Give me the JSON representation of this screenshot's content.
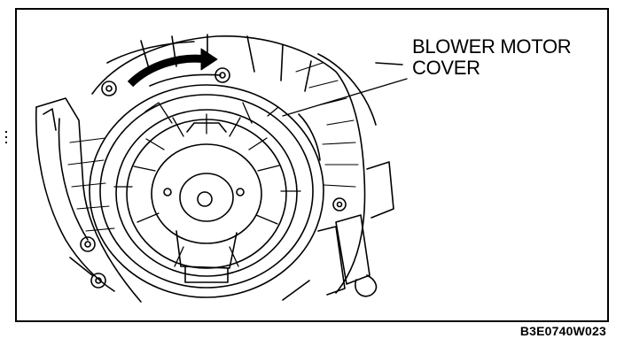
{
  "labels": {
    "callout_line1": "BLOWER MOTOR",
    "callout_line2": "COVER",
    "figure_code": "B3E0740W023"
  },
  "colors": {
    "ink": "#000000",
    "paper": "#ffffff"
  }
}
